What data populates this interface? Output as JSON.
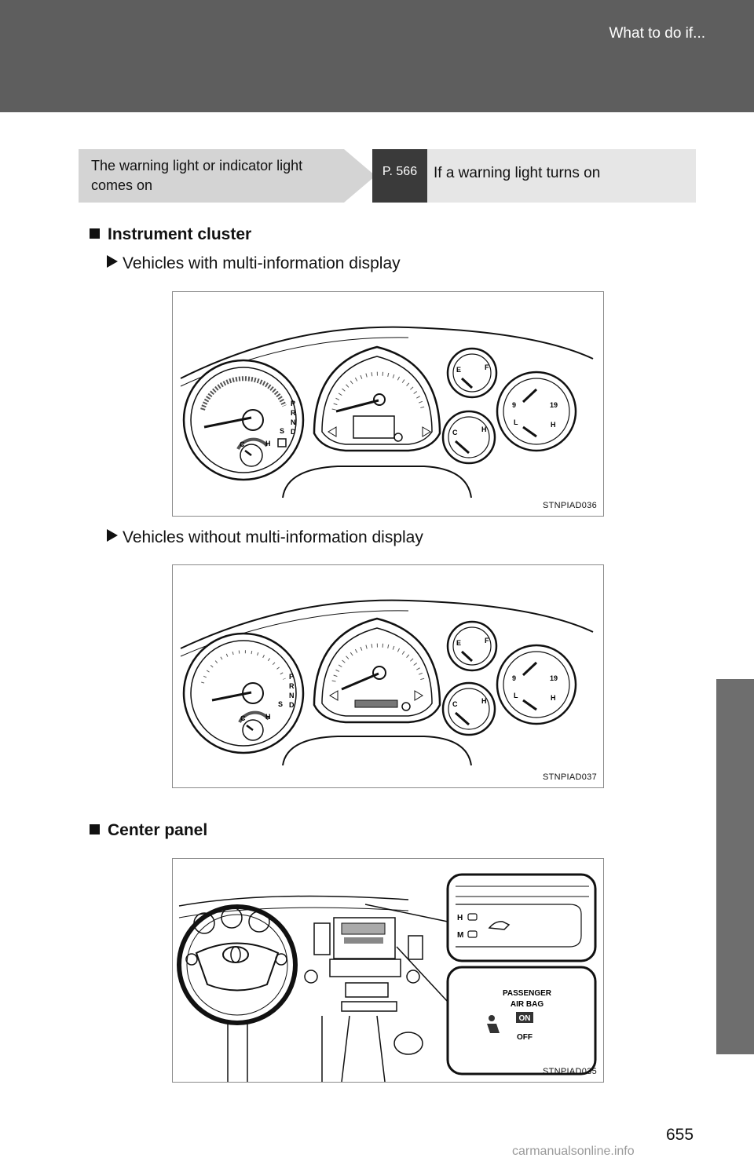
{
  "header": {
    "title": "What to do if..."
  },
  "reference": {
    "condition": "The warning light or indicator light comes on",
    "page": "P. 566",
    "target": "If a warning light turns on"
  },
  "sections": {
    "instrument_cluster": {
      "title": "Instrument cluster",
      "with_mid": {
        "label": "Vehicles with multi-information display",
        "figure_code": "STNPIAD036"
      },
      "without_mid": {
        "label": "Vehicles without multi-information display",
        "figure_code": "STNPIAD037"
      }
    },
    "center_panel": {
      "title": "Center panel",
      "figure_code": "STNPIAD035",
      "callout_top": {
        "h": "H",
        "m": "M"
      },
      "callout_bottom": {
        "line1": "PASSENGER",
        "line2": "AIR BAG",
        "on": "ON",
        "off": "OFF"
      }
    }
  },
  "gauge_labels": {
    "shift": [
      "P",
      "R",
      "N",
      "D"
    ],
    "s": "S",
    "fuel_e": "E",
    "fuel_f": "F",
    "temp_c": "C",
    "temp_h": "H",
    "oil_l": "L",
    "oil_h": "H",
    "volt_9": "9",
    "volt_19": "19"
  },
  "page_number": "655",
  "watermark": "carmanualsonline.info"
}
